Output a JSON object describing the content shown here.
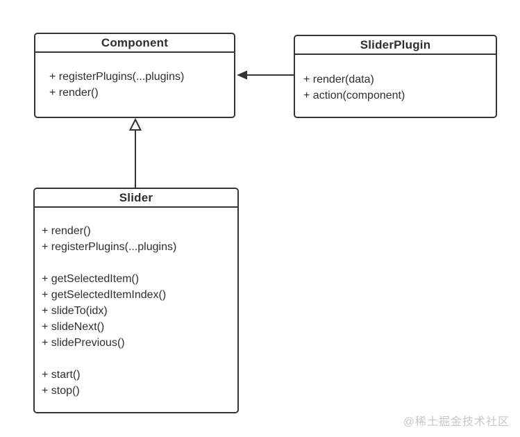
{
  "diagram": {
    "type": "uml-class-diagram",
    "classes": [
      {
        "name": "Component",
        "title": "Component",
        "methods": [
          "+ registerPlugins(...plugins)",
          "+ render()"
        ]
      },
      {
        "name": "SliderPlugin",
        "title": "SliderPlugin",
        "methods": [
          "+ render(data)",
          "+ action(component)"
        ]
      },
      {
        "name": "Slider",
        "title": "Slider",
        "methods": [
          "+ render()",
          "+ registerPlugins(...plugins)",
          "",
          "+ getSelectedItem()",
          "+ getSelectedItemIndex()",
          "+ slideTo(idx)",
          "+ slideNext()",
          "+ slidePrevious()",
          "",
          "+ start()",
          "+ stop()"
        ]
      }
    ],
    "relations": [
      {
        "from": "SliderPlugin",
        "to": "Component",
        "type": "association",
        "arrowhead": "filled-triangle",
        "direction": "left"
      },
      {
        "from": "Slider",
        "to": "Component",
        "type": "inheritance",
        "arrowhead": "hollow-triangle",
        "direction": "up"
      }
    ],
    "colors": {
      "stroke": "#333333",
      "text": "#2e2e2e",
      "background": "#ffffff",
      "watermark": "#c7c7c7"
    }
  },
  "watermark": {
    "text": "@稀土掘金技术社区"
  }
}
